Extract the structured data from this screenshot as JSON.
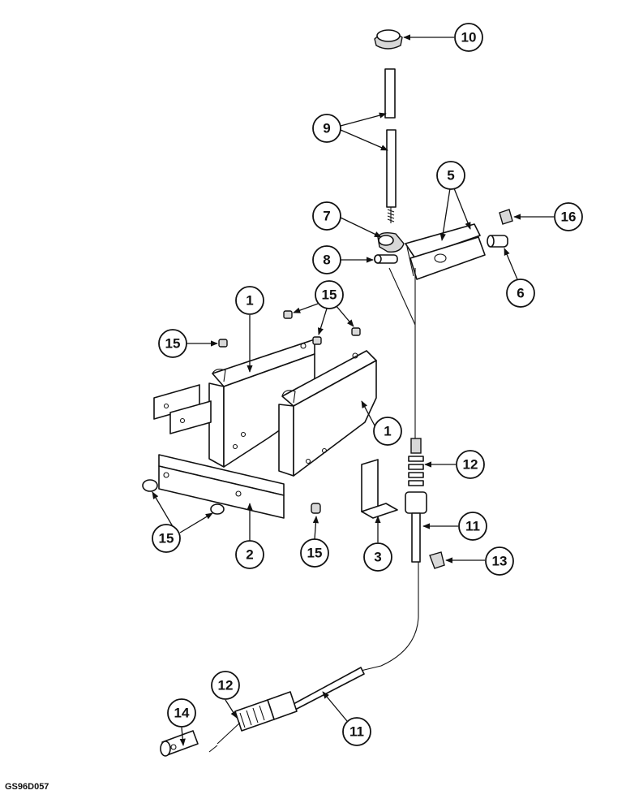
{
  "drawing_code": "GS96D057",
  "callouts": [
    "10",
    "9",
    "5",
    "16",
    "7",
    "8",
    "6",
    "15",
    "1",
    "15",
    "1",
    "12",
    "11",
    "15",
    "2",
    "15",
    "3",
    "13",
    "12",
    "11",
    "14"
  ]
}
